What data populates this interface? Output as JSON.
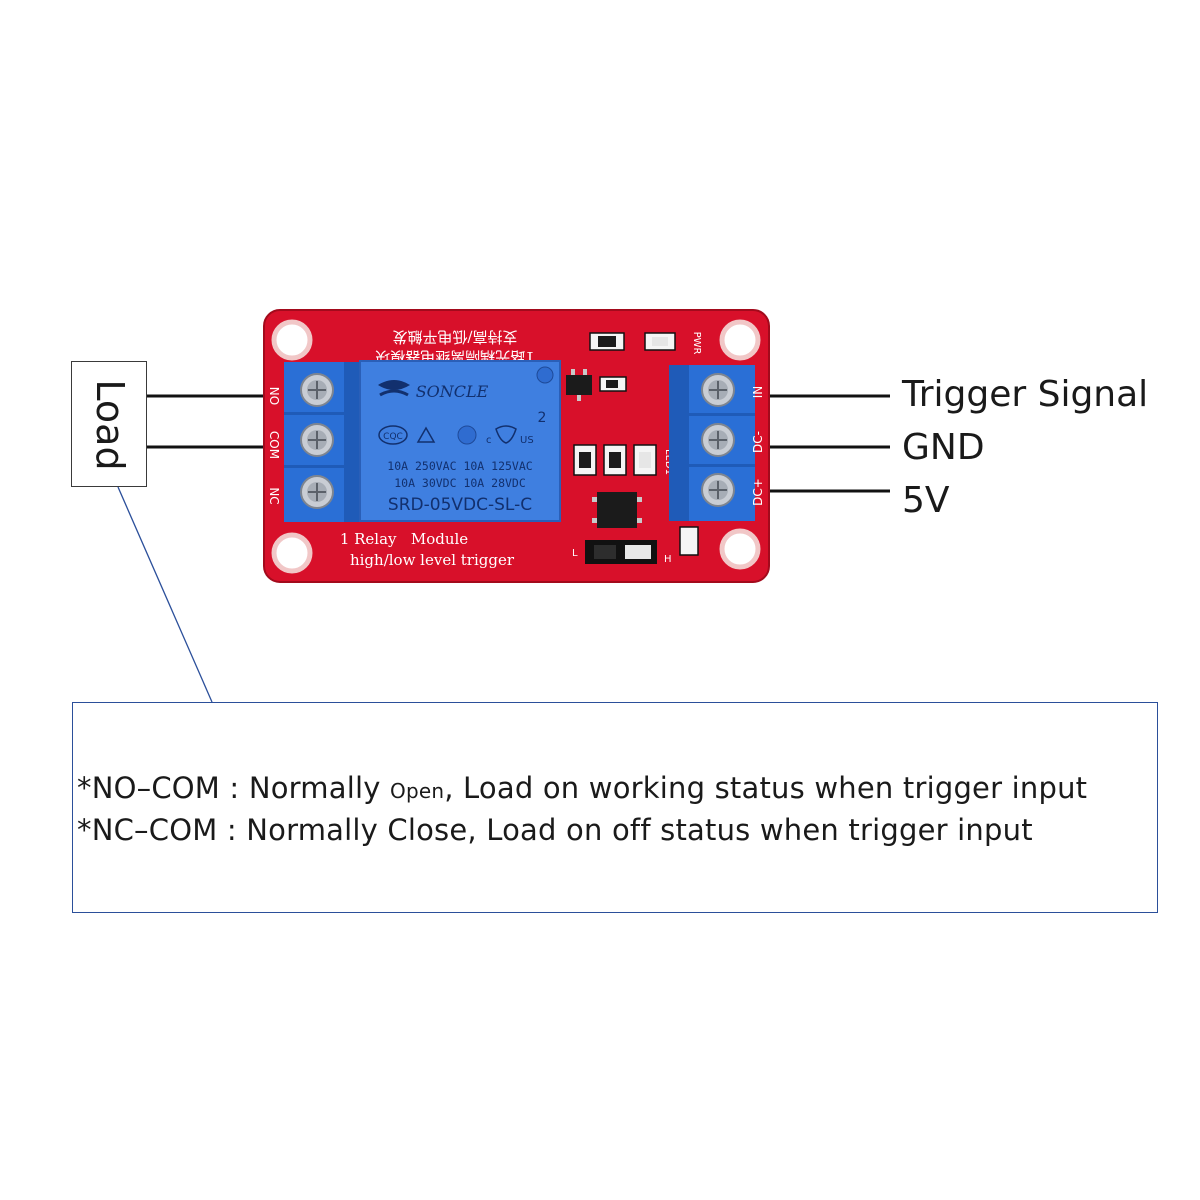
{
  "load_label": "Load",
  "signal_labels": {
    "trigger": "Trigger Signal",
    "gnd": "GND",
    "vcc": "5V"
  },
  "board": {
    "left_pins": [
      "NO",
      "COM",
      "NC"
    ],
    "right_pins": [
      "IN",
      "DC-",
      "DC+"
    ],
    "chinese_line1": "1路光耦隔离继电器模块",
    "chinese_line2": "支持高/低电平触发",
    "relay_brand": "SONCLE",
    "relay_num": "2",
    "relay_cqc": "CQC",
    "relay_ul": "US",
    "relay_spec1": "10A 250VAC  10A 125VAC",
    "relay_spec2": "10A  30VDC  10A  28VDC",
    "relay_model": "SRD-05VDC-SL-C",
    "module_line1": "1 Relay   Module",
    "module_line2": "high/low level trigger",
    "pwr_label": "PWR",
    "led_label": "LED1",
    "jumper_low": "L",
    "jumper_high": "H"
  },
  "notes": {
    "line1_prefix": "*NO–COM : Normally ",
    "line1_small": "Open",
    "line1_suffix": ", Load on working status when trigger input",
    "line2": "*NC–COM : Normally Close, Load on off status when trigger input"
  },
  "colors": {
    "pcb": "#d8102a",
    "terminal": "#2a6fd6",
    "relay": "#3f7fe0",
    "outline": "#2b4f9a"
  }
}
